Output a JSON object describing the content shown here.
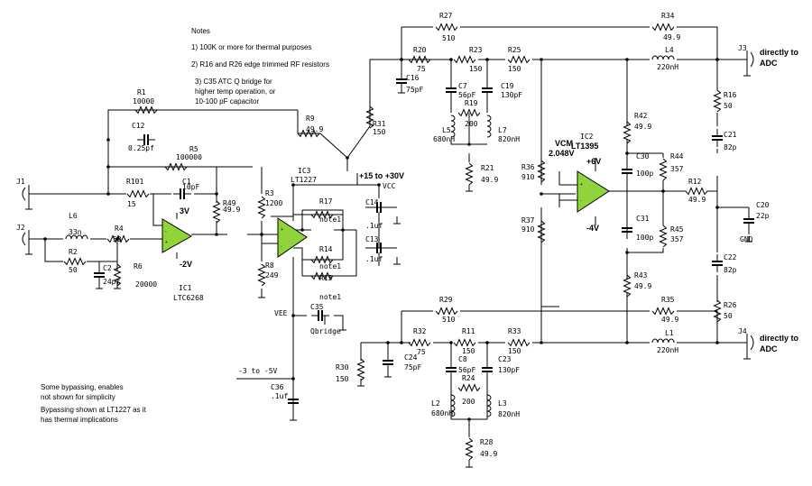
{
  "notes": {
    "title": "Notes",
    "n1": "1) 100K or more for thermal purposes",
    "n2": "2) R16 and R26 edge trimmed RF resistors",
    "n3a": "3) C35 ATC Q bridge for",
    "n3b": "higher temp operation, or",
    "n3c": "10-100 pF capacitor"
  },
  "bottom_notes": {
    "b1": "Some bypassing, enables",
    "b2": "not shown for simplicity",
    "b3": "Bypassing shown at LT1227 as it",
    "b4": "has thermal implications"
  },
  "connectors": {
    "j1": "J1",
    "j2": "J2",
    "j3": "J3",
    "j4": "J4",
    "adc_a": "directly to",
    "adc_b": "ADC"
  },
  "rails": {
    "pos": "+15 to +30V",
    "vcc": "VCC",
    "vee": "VEE",
    "neg": "-3 to -5V",
    "p3v": "3V",
    "m2v": "-2V",
    "p6v": "+6V",
    "m4v": "-4V",
    "vcm1": "VCM",
    "vcm2": "2.048V",
    "gnd": "GND"
  },
  "ics": [
    {
      "ref": "IC1",
      "part": "LTC6268"
    },
    {
      "ref": "IC3",
      "part": "LT1227"
    },
    {
      "ref": "IC2",
      "part": "LT1395"
    }
  ],
  "parts": [
    {
      "ref": "R1",
      "val": "10000"
    },
    {
      "ref": "C12",
      "val": "0.25pf"
    },
    {
      "ref": "R5",
      "val": "100000"
    },
    {
      "ref": "R101",
      "val": "15"
    },
    {
      "ref": "C1",
      "val": "10pF"
    },
    {
      "ref": "R49",
      "val": "49.9"
    },
    {
      "ref": "L6",
      "val": "33n"
    },
    {
      "ref": "R4",
      "val": "50"
    },
    {
      "ref": "R2",
      "val": "50"
    },
    {
      "ref": "C2",
      "val": "24pf"
    },
    {
      "ref": "R6",
      "val": "20000"
    },
    {
      "ref": "R9",
      "val": "49.9"
    },
    {
      "ref": "R31",
      "val": "150"
    },
    {
      "ref": "R27",
      "val": "510"
    },
    {
      "ref": "R20",
      "val": "75"
    },
    {
      "ref": "C16",
      "val": "75pF"
    },
    {
      "ref": "R23",
      "val": "150"
    },
    {
      "ref": "R25",
      "val": "150"
    },
    {
      "ref": "C7",
      "val": "56pF"
    },
    {
      "ref": "C19",
      "val": "130pF"
    },
    {
      "ref": "R19",
      "val": "200"
    },
    {
      "ref": "L5",
      "val": "680nH"
    },
    {
      "ref": "L7",
      "val": "820nH"
    },
    {
      "ref": "R21",
      "val": "49.9"
    },
    {
      "ref": "R34",
      "val": "49.9"
    },
    {
      "ref": "L4",
      "val": "220nH"
    },
    {
      "ref": "R16",
      "val": "50"
    },
    {
      "ref": "C21",
      "val": "82p"
    },
    {
      "ref": "R12",
      "val": "49.9"
    },
    {
      "ref": "C20",
      "val": "22p"
    },
    {
      "ref": "C22",
      "val": "82p"
    },
    {
      "ref": "R26",
      "val": "50"
    },
    {
      "ref": "R3",
      "val": "1200"
    },
    {
      "ref": "R8",
      "val": "249"
    },
    {
      "ref": "R17",
      "val": "note1"
    },
    {
      "ref": "R14",
      "val": "note1"
    },
    {
      "ref": "R15",
      "val": "note1"
    },
    {
      "ref": "C14",
      "val": ".1uf"
    },
    {
      "ref": "C13",
      "val": ".1uf"
    },
    {
      "ref": "C35",
      "val": "Qbridge"
    },
    {
      "ref": "C36",
      "val": ".1uf"
    },
    {
      "ref": "R36",
      "val": "910"
    },
    {
      "ref": "R37",
      "val": "910"
    },
    {
      "ref": "R42",
      "val": "49.9"
    },
    {
      "ref": "R43",
      "val": "49.9"
    },
    {
      "ref": "C30",
      "val": "100p"
    },
    {
      "ref": "C31",
      "val": "100p"
    },
    {
      "ref": "R44",
      "val": "357"
    },
    {
      "ref": "R45",
      "val": "357"
    },
    {
      "ref": "R29",
      "val": "510"
    },
    {
      "ref": "R35",
      "val": "49.9"
    },
    {
      "ref": "L1",
      "val": "220nH"
    },
    {
      "ref": "R32",
      "val": "75"
    },
    {
      "ref": "R11",
      "val": "150"
    },
    {
      "ref": "R33",
      "val": "150"
    },
    {
      "ref": "C24",
      "val": "75pF"
    },
    {
      "ref": "R30",
      "val": "150"
    },
    {
      "ref": "C8",
      "val": "56pF"
    },
    {
      "ref": "C23",
      "val": "130pF"
    },
    {
      "ref": "R24",
      "val": "200"
    },
    {
      "ref": "L2",
      "val": "680nH"
    },
    {
      "ref": "L3",
      "val": "820nH"
    },
    {
      "ref": "R28",
      "val": "49.9"
    }
  ]
}
